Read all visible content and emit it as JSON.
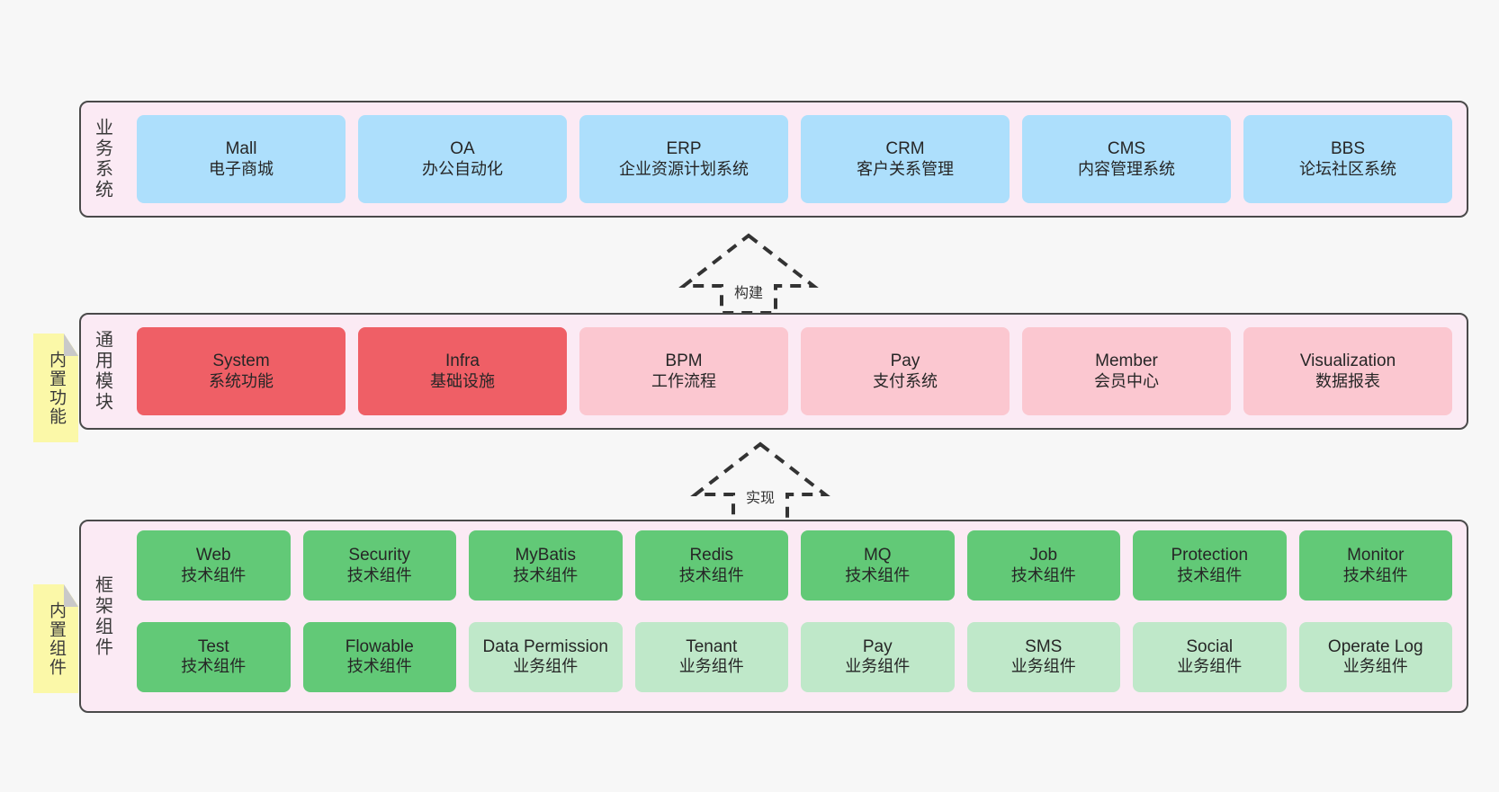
{
  "diagram": {
    "title": "",
    "background_color": "#f7f7f7",
    "layer_fill": "#fbeaf4",
    "layer_border": "#4a4a4a"
  },
  "layers": [
    {
      "id": "business",
      "label": "业务系统",
      "node_color": "#addffc",
      "nodes": [
        {
          "title": "Mall",
          "sub": "电子商城",
          "color": "#addffc"
        },
        {
          "title": "OA",
          "sub": "办公自动化",
          "color": "#addffc"
        },
        {
          "title": "ERP",
          "sub": "企业资源计划系统",
          "color": "#addffc"
        },
        {
          "title": "CRM",
          "sub": "客户关系管理",
          "color": "#addffc"
        },
        {
          "title": "CMS",
          "sub": "内容管理系统",
          "color": "#addffc"
        },
        {
          "title": "BBS",
          "sub": "论坛社区系统",
          "color": "#addffc"
        }
      ]
    },
    {
      "id": "common",
      "label": "通用模块",
      "note": "内置功能",
      "nodes": [
        {
          "title": "System",
          "sub": "系统功能",
          "color": "#ef5f66"
        },
        {
          "title": "Infra",
          "sub": "基础设施",
          "color": "#ef5f66"
        },
        {
          "title": "BPM",
          "sub": "工作流程",
          "color": "#fbc7d0"
        },
        {
          "title": "Pay",
          "sub": "支付系统",
          "color": "#fbc7d0"
        },
        {
          "title": "Member",
          "sub": "会员中心",
          "color": "#fbc7d0"
        },
        {
          "title": "Visualization",
          "sub": "数据报表",
          "color": "#fbc7d0"
        }
      ]
    },
    {
      "id": "framework",
      "label": "框架组件",
      "note": "内置组件",
      "rows": [
        [
          {
            "title": "Web",
            "sub": "技术组件",
            "color": "#62c977"
          },
          {
            "title": "Security",
            "sub": "技术组件",
            "color": "#62c977"
          },
          {
            "title": "MyBatis",
            "sub": "技术组件",
            "color": "#62c977"
          },
          {
            "title": "Redis",
            "sub": "技术组件",
            "color": "#62c977"
          },
          {
            "title": "MQ",
            "sub": "技术组件",
            "color": "#62c977"
          },
          {
            "title": "Job",
            "sub": "技术组件",
            "color": "#62c977"
          },
          {
            "title": "Protection",
            "sub": "技术组件",
            "color": "#62c977"
          },
          {
            "title": "Monitor",
            "sub": "技术组件",
            "color": "#62c977"
          }
        ],
        [
          {
            "title": "Test",
            "sub": "技术组件",
            "color": "#62c977"
          },
          {
            "title": "Flowable",
            "sub": "技术组件",
            "color": "#62c977"
          },
          {
            "title": "Data Permission",
            "sub": "业务组件",
            "color": "#bfe8c9"
          },
          {
            "title": "Tenant",
            "sub": "业务组件",
            "color": "#bfe8c9"
          },
          {
            "title": "Pay",
            "sub": "业务组件",
            "color": "#bfe8c9"
          },
          {
            "title": "SMS",
            "sub": "业务组件",
            "color": "#bfe8c9"
          },
          {
            "title": "Social",
            "sub": "业务组件",
            "color": "#bfe8c9"
          },
          {
            "title": "Operate Log",
            "sub": "业务组件",
            "color": "#bfe8c9"
          }
        ]
      ]
    }
  ],
  "arrows": [
    {
      "id": "build",
      "label": "构建",
      "style": "dashed-generalization",
      "direction": "up"
    },
    {
      "id": "realize",
      "label": "实现",
      "style": "dashed-generalization",
      "direction": "up"
    }
  ],
  "notes": [
    {
      "id": "functions",
      "label": "内置功能",
      "color": "#fbf8a8"
    },
    {
      "id": "components",
      "label": "内置组件",
      "color": "#fbf8a8"
    }
  ]
}
